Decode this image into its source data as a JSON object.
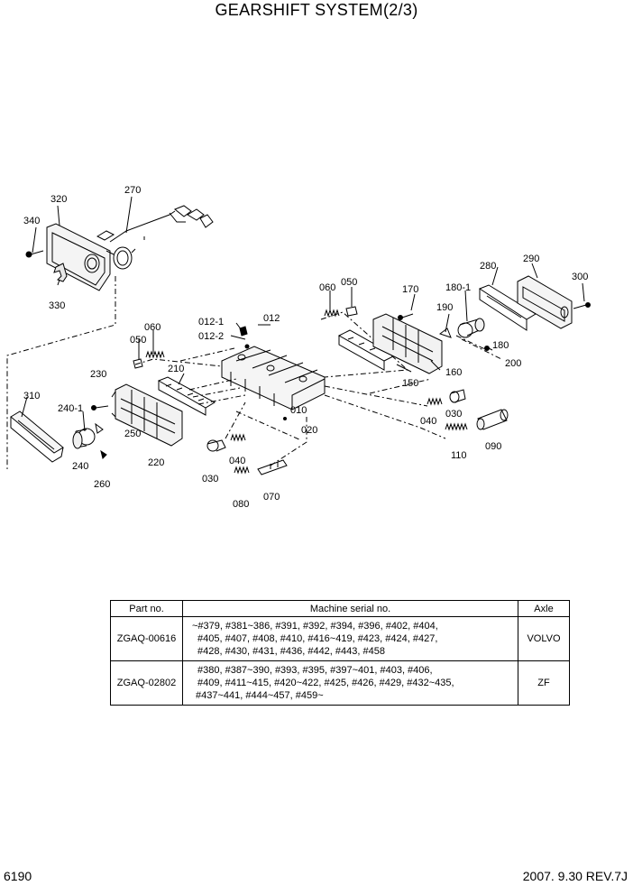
{
  "title": "GEARSHIFT SYSTEM(2/3)",
  "part_labels": [
    "320",
    "270",
    "340",
    "330",
    "310",
    "240-1",
    "250",
    "240",
    "260",
    "230",
    "220",
    "210",
    "060",
    "050",
    "012-1",
    "012-2",
    "012",
    "010",
    "020",
    "030",
    "040",
    "080",
    "070",
    "060",
    "050",
    "150",
    "170",
    "160",
    "190",
    "180-1",
    "180",
    "200",
    "280",
    "290",
    "300",
    "030",
    "040",
    "110",
    "090"
  ],
  "table": {
    "headers": [
      "Part no.",
      "Machine serial no.",
      "Axle"
    ],
    "rows": [
      {
        "part_no": "ZGAQ-00616",
        "serial_lines": [
          "~#379, #381~386, #391, #392, #394, #396, #402, #404,",
          "#405, #407, #408, #410, #416~419, #423, #424, #427,",
          "#428, #430, #431, #436, #442, #443, #458"
        ],
        "axle": "VOLVO"
      },
      {
        "part_no": "ZGAQ-02802",
        "serial_lines": [
          "#380, #387~390, #393, #395, #397~401, #403, #406,",
          "#409, #411~415, #420~422, #425, #426, #429, #432~435,",
          "#437~441, #444~457, #459~"
        ],
        "axle": "ZF"
      }
    ]
  },
  "footer": {
    "page_code": "6190",
    "revision": "2007. 9.30  REV.7J"
  }
}
